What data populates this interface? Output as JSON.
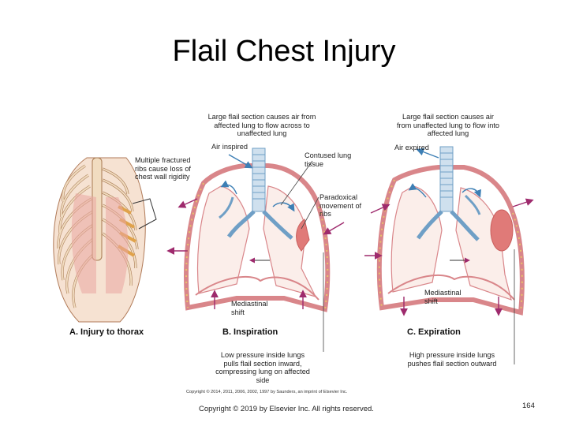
{
  "slide": {
    "title": "Flail Chest Injury",
    "copyright": "Copyright © 2019 by Elsevier Inc. All rights reserved.",
    "page_number": "164"
  },
  "figure": {
    "image_credit": "Copyright © 2014, 2011, 2006, 2002, 1997 by Saunders, an imprint of Elsevier Inc.",
    "labels": {
      "large_flail_inspire": "Large flail section causes air from affected lung to flow across to unaffected lung",
      "large_flail_expire": "Large flail section causes air from unaffected lung to flow into affected lung",
      "air_inspired": "Air inspired",
      "air_expired": "Air expired",
      "multiple_fractured": "Multiple fractured ribs cause loss of chest wall rigidity",
      "contused_lung": "Contused lung tissue",
      "paradoxical": "Paradoxical movement of ribs",
      "mediastinal_shift_b": "Mediastinal shift",
      "mediastinal_shift_c": "Mediastinal shift",
      "low_pressure": "Low pressure inside lungs pulls flail section inward, compressing lung on affected side",
      "high_pressure": "High pressure inside lungs pushes flail section outward"
    },
    "panels": {
      "a": "A. Injury to thorax",
      "b": "B. Inspiration",
      "c": "C. Expiration"
    },
    "colors": {
      "lung_outline": "#d9868a",
      "lung_fill": "#f4d6cf",
      "rib_fill": "#f1dcc0",
      "airway": "#6f9fc6",
      "contusion": "#e07a78",
      "arrow": "#9e2a6d"
    }
  }
}
